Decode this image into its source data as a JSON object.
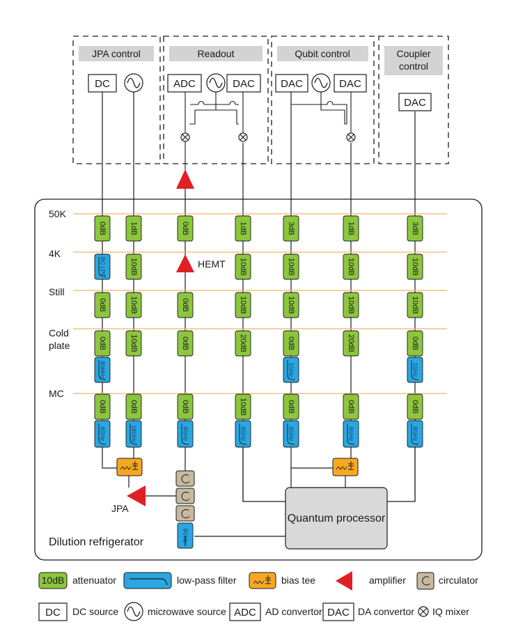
{
  "panels": [
    {
      "title": "JPA control"
    },
    {
      "title": "Readout"
    },
    {
      "title": "Qubit control"
    },
    {
      "title_line1": "Coupler",
      "title_line2": "control"
    }
  ],
  "sources": {
    "jpa_dc": "DC",
    "readout_adc": "ADC",
    "readout_dac": "DAC",
    "qubit_dac_1": "DAC",
    "qubit_dac_2": "DAC",
    "coupler_dac": "DAC"
  },
  "stages": [
    "50K",
    "4K",
    "Still",
    "Cold",
    "plate",
    "MC"
  ],
  "hemt_label": "HEMT",
  "jpa_label": "JPA",
  "fridge_label": "Dilution refrigerator",
  "processor_label": "Quantum processor",
  "lines": [
    {
      "id": "jpa-dc",
      "c50k": "0dB",
      "c4k": "RC LPF",
      "cstill": "0dB",
      "ccold": "0dB",
      "ccold2": "80MHz",
      "cmc": "0dB",
      "cmc2": "8GHz"
    },
    {
      "id": "jpa-pump",
      "c50k": "1dB",
      "c4k": "10dB",
      "cstill": "10dB",
      "ccold": "10dB",
      "cmc": "0dB",
      "cmc2": "18GHz"
    },
    {
      "id": "readout-out",
      "c50k": "0dB",
      "cstill": "0dB",
      "ccold": "0dB",
      "cmc": "0dB",
      "cmc2": "8GHz",
      "cbottom": "8GHz"
    },
    {
      "id": "readout-in",
      "c50k": "1dB",
      "c4k": "10dB",
      "cstill": "10dB",
      "ccold": "20dB",
      "cmc": "10dB",
      "cmc2": "8GHz"
    },
    {
      "id": "qubit-xy-1",
      "c50k": "3dB",
      "c4k": "10dB",
      "cstill": "10dB",
      "ccold": "0dB",
      "ccold2": "1GHz",
      "cmc": "0dB",
      "cmc2": "8GHz"
    },
    {
      "id": "qubit-xy-2",
      "c50k": "1dB",
      "c4k": "10dB",
      "cstill": "10dB",
      "ccold": "20dB",
      "cmc": "0dB",
      "cmc2": "8GHz"
    },
    {
      "id": "coupler",
      "c50k": "3dB",
      "c4k": "10dB",
      "cstill": "10dB",
      "ccold": "0dB",
      "ccold2": "1GHz",
      "cmc": "0dB",
      "cmc2": "8GHz"
    }
  ],
  "legend": {
    "attenuator_sample": "10dB",
    "attenuator": "attenuator",
    "lpf": "low-pass filter",
    "bias_tee": "bias tee",
    "amplifier": "amplifier",
    "circulator": "circulator",
    "dc_sample": "DC",
    "dc": "DC source",
    "mw": "microwave source",
    "adc_sample": "ADC",
    "adc": "AD convertor",
    "dac_sample": "DAC",
    "dac": "DA convertor",
    "iq": "IQ mixer"
  },
  "colors": {
    "attenuator": "#8cc63f",
    "lpf": "#2aa7e0",
    "bias_tee": "#f7a823",
    "amplifier": "#e02027",
    "circulator": "#c7b9a0",
    "stage_line": "#f7b267",
    "processor": "#d9d9d9",
    "panel_title_bg": "#d3d3d3"
  }
}
